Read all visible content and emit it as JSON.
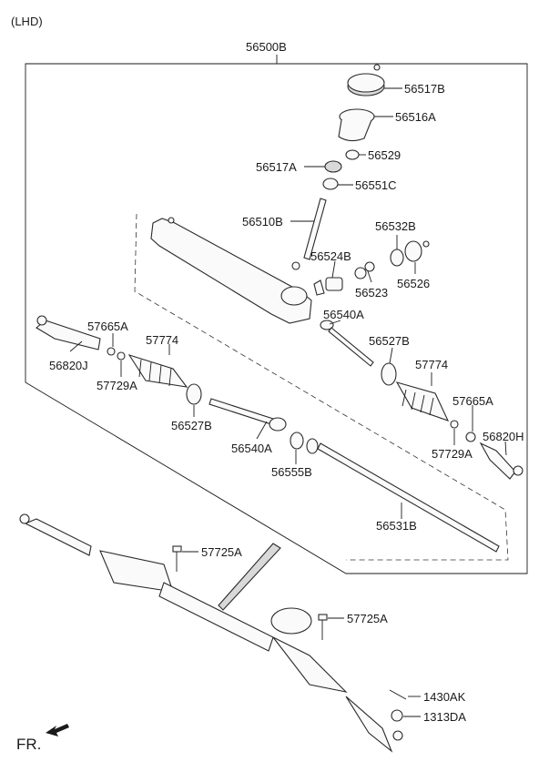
{
  "header": {
    "variant_label": "(LHD)"
  },
  "assembly": {
    "label": "56500B"
  },
  "parts": [
    {
      "id": "p56517B",
      "label": "56517B"
    },
    {
      "id": "p56516A",
      "label": "56516A"
    },
    {
      "id": "p56529",
      "label": "56529"
    },
    {
      "id": "p56517A",
      "label": "56517A"
    },
    {
      "id": "p56551C",
      "label": "56551C"
    },
    {
      "id": "p56510B",
      "label": "56510B"
    },
    {
      "id": "p56532B",
      "label": "56532B"
    },
    {
      "id": "p56524B",
      "label": "56524B"
    },
    {
      "id": "p56523",
      "label": "56523"
    },
    {
      "id": "p56526",
      "label": "56526"
    },
    {
      "id": "p56540A_r",
      "label": "56540A"
    },
    {
      "id": "p57665A_l",
      "label": "57665A"
    },
    {
      "id": "p57774_l",
      "label": "57774"
    },
    {
      "id": "p56820J",
      "label": "56820J"
    },
    {
      "id": "p57729A_l",
      "label": "57729A"
    },
    {
      "id": "p56527B_r",
      "label": "56527B"
    },
    {
      "id": "p57774_r",
      "label": "57774"
    },
    {
      "id": "p56527B_l",
      "label": "56527B"
    },
    {
      "id": "p57665A_r",
      "label": "57665A"
    },
    {
      "id": "p56540A_l",
      "label": "56540A"
    },
    {
      "id": "p56820H",
      "label": "56820H"
    },
    {
      "id": "p57729A_r",
      "label": "57729A"
    },
    {
      "id": "p56555B",
      "label": "56555B"
    },
    {
      "id": "p56531B",
      "label": "56531B"
    },
    {
      "id": "p57725A_1",
      "label": "57725A"
    },
    {
      "id": "p57725A_2",
      "label": "57725A"
    },
    {
      "id": "p1430AK",
      "label": "1430AK"
    },
    {
      "id": "p1313DA",
      "label": "1313DA"
    }
  ],
  "orientation": {
    "label": "FR."
  }
}
